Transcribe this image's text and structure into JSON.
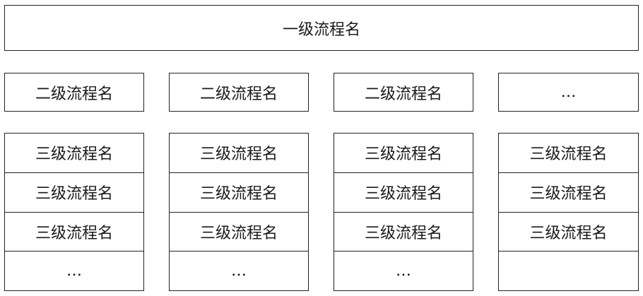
{
  "level1": {
    "label": "一级流程名"
  },
  "columns": [
    {
      "level2": "二级流程名",
      "level3": [
        "三级流程名",
        "三级流程名",
        "三级流程名",
        "…"
      ]
    },
    {
      "level2": "二级流程名",
      "level3": [
        "三级流程名",
        "三级流程名",
        "三级流程名",
        "…"
      ]
    },
    {
      "level2": "二级流程名",
      "level3": [
        "三级流程名",
        "三级流程名",
        "三级流程名",
        "…"
      ]
    },
    {
      "level2": "…",
      "level3": [
        "三级流程名",
        "三级流程名",
        "三级流程名",
        ""
      ]
    }
  ]
}
